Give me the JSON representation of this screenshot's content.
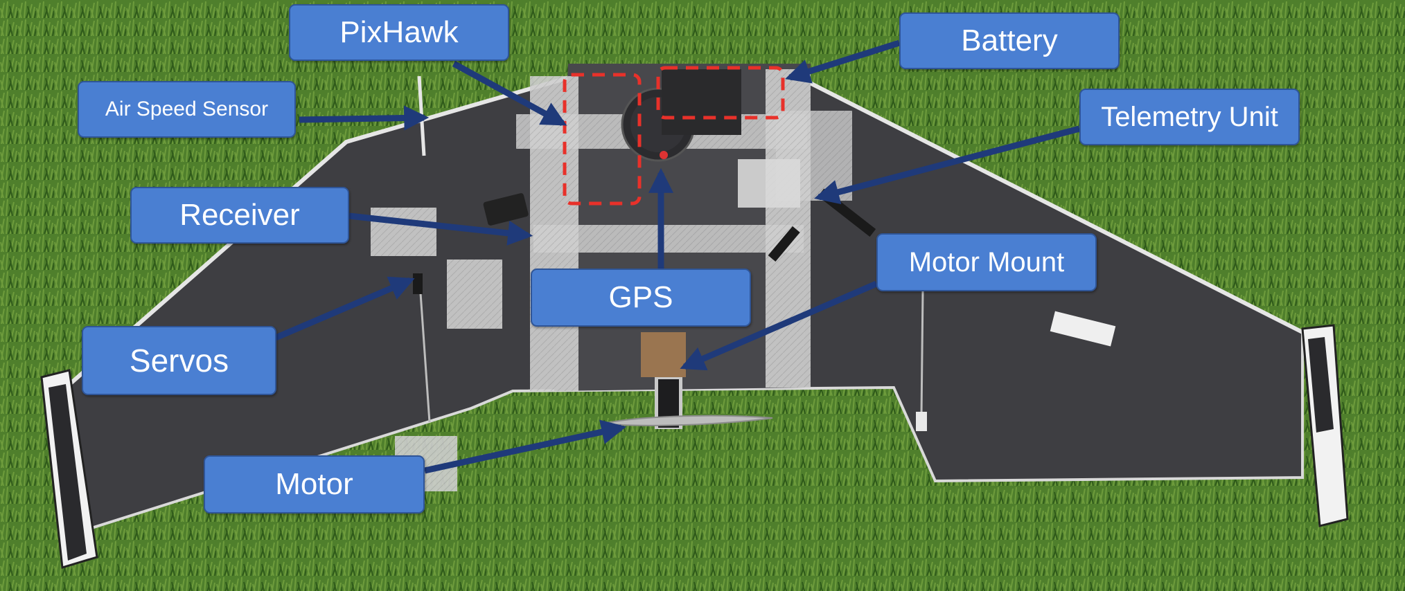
{
  "figure": {
    "subject": "Flying-wing UAV on grass with labeled components",
    "labels": {
      "pixhawk": "PixHawk",
      "battery": "Battery",
      "air_speed_sensor": "Air Speed Sensor",
      "telemetry_unit": "Telemetry Unit",
      "receiver": "Receiver",
      "motor_mount": "Motor Mount",
      "gps": "GPS",
      "servos": "Servos",
      "motor": "Motor"
    },
    "colors": {
      "label_fill": "#4a7fd2",
      "label_border": "#2f5597",
      "label_text": "#ffffff",
      "arrow": "#1f3a7a",
      "highlight_box": "#e8312a",
      "grass": "#4f7f2c",
      "wing": "#3e3e42",
      "tape": "#c9c9c9"
    }
  }
}
